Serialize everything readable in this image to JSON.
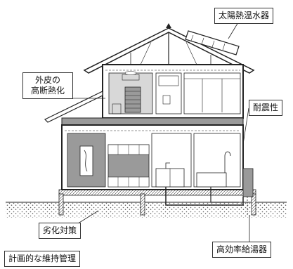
{
  "callouts": {
    "solar_water_heater": "太陽熱温水器",
    "exterior_insulation_line1": "外皮の",
    "exterior_insulation_line2": "高断熱化",
    "earthquake_resistance": "耐震性",
    "deterioration_measures": "劣化対策",
    "efficient_water_heater": "高効率給湯器",
    "planned_maintenance": "計画的な維持管理"
  },
  "colors": {
    "line": "#222222",
    "wall_gray": "#9a9a9a",
    "light_gray": "#d8d8d8",
    "ground_hatch": "#666666",
    "background": "#ffffff"
  }
}
